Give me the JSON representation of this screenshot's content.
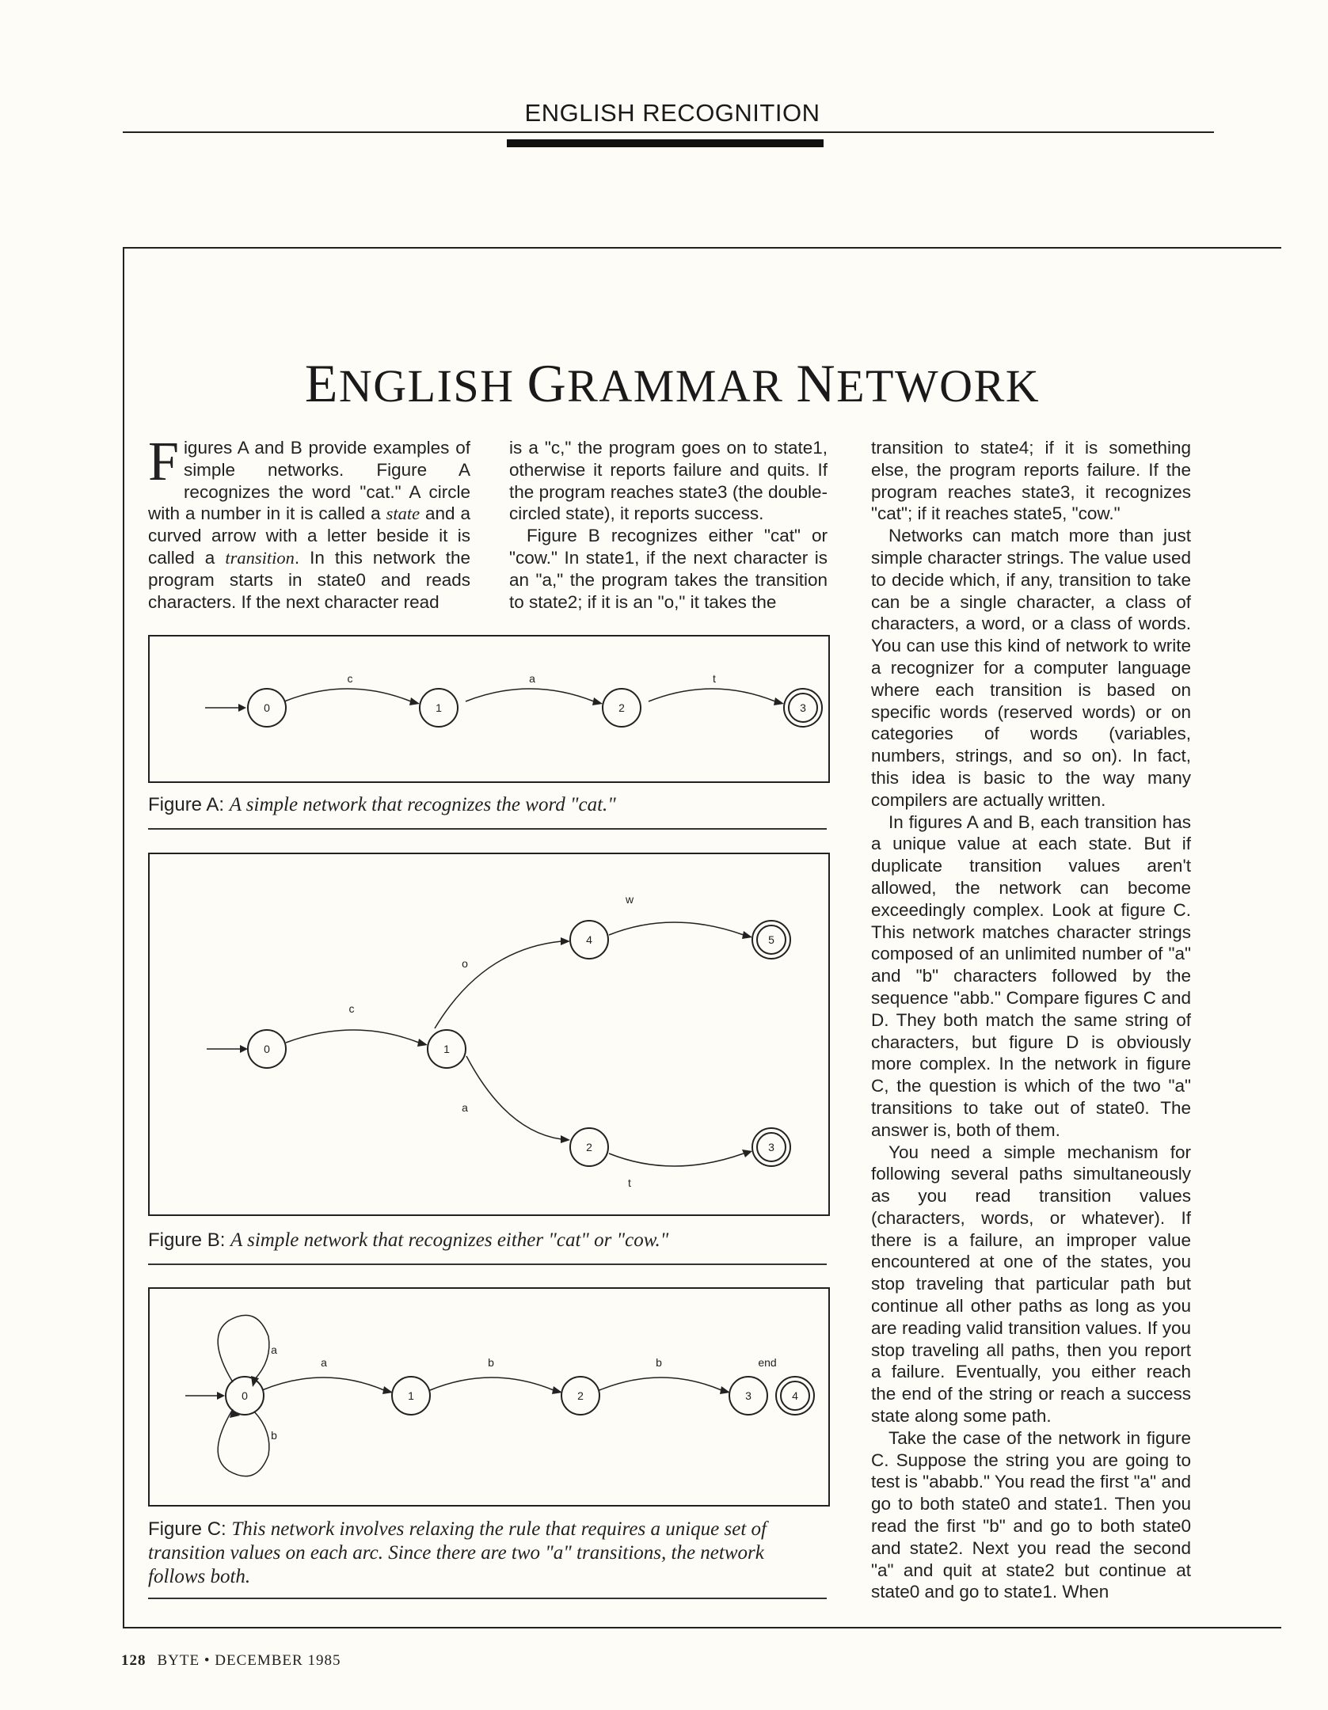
{
  "header": {
    "title": "ENGLISH RECOGNITION"
  },
  "sidebar": {
    "title": "English Grammar Network",
    "col1": {
      "dropcap": "F",
      "p1_a": "igures A and B provide examples of simple networks. Figure A recognizes the word \"cat.\" A circle with a number in it is called a ",
      "p1_state": "state",
      "p1_b": " and a curved arrow with a letter beside it is called a ",
      "p1_transition": "transition",
      "p1_c": ". In this network the program starts in state0 and reads characters. If the next character read"
    },
    "col2": {
      "p1": "is a \"c,\" the program goes on to state1, otherwise it reports failure and quits. If the program reaches state3 (the double-circled state), it reports success.",
      "p2": "Figure B recognizes either \"cat\" or \"cow.\" In state1, if the next character is an \"a,\" the program takes the transition to state2; if it is an \"o,\" it takes the"
    },
    "col3": {
      "p1": "transition to state4; if it is something else, the program reports failure. If the program reaches state3, it recognizes \"cat\"; if it reaches state5, \"cow.\"",
      "p2": "Networks can match more than just simple character strings. The value used to decide which, if any, transition to take can be a single character, a class of characters, a word, or a class of words. You can use this kind of network to write a recognizer for a computer language where each transition is based on specific words (reserved words) or on categories of words (variables, numbers, strings, and so on). In fact, this idea is basic to the way many compilers are actually written.",
      "p3": "In figures A and B, each transition has a unique value at each state. But if duplicate transition values aren't allowed, the network can become exceedingly complex. Look at figure C. This network matches character strings composed of an unlimited number of \"a\" and \"b\" characters followed by the sequence \"abb.\" Compare figures C and D. They both match the same string of characters, but figure D is obviously more complex. In the network in figure C, the question is which of the two \"a\" transitions to take out of state0. The answer is, both of them.",
      "p4": "You need a simple mechanism for following several paths simultaneously as you read transition values (characters, words, or whatever). If there is a failure, an improper value encountered at one of the states, you stop traveling that particular path but continue all other paths as long as you are reading valid transition values. If you stop traveling all paths, then you report a failure. Eventually, you either reach the end of the string or reach a success state along some path.",
      "p5": "Take the case of the network in figure C. Suppose the string you are going to test is \"ababb.\" You read the first \"a\" and go to both state0 and state1. Then you read the first \"b\" and go to both state0 and state2. Next you read the second \"a\" and quit at state2 but continue at state0 and go to state1. When"
    }
  },
  "figures": {
    "A": {
      "caption_label": "Figure A:",
      "caption_text": "A simple network that recognizes the word \"cat.\"",
      "states": [
        "0",
        "1",
        "2",
        "3"
      ],
      "transitions": [
        "c",
        "a",
        "t"
      ]
    },
    "B": {
      "caption_label": "Figure B:",
      "caption_text": "A simple network that recognizes either \"cat\" or \"cow.\"",
      "states": [
        "0",
        "1",
        "2",
        "3",
        "4",
        "5"
      ],
      "transitions": [
        "c",
        "o",
        "a",
        "w",
        "t"
      ]
    },
    "C": {
      "caption_label": "Figure C:",
      "caption_text": "This network involves relaxing the rule that requires a unique set of transition values on each arc. Since there are two \"a\" transitions, the network follows both.",
      "states": [
        "0",
        "1",
        "2",
        "3",
        "4"
      ],
      "transitions": [
        "a",
        "b",
        "a",
        "b",
        "b",
        "end"
      ]
    }
  },
  "footer": {
    "page": "128",
    "text": "BYTE • DECEMBER 1985"
  }
}
